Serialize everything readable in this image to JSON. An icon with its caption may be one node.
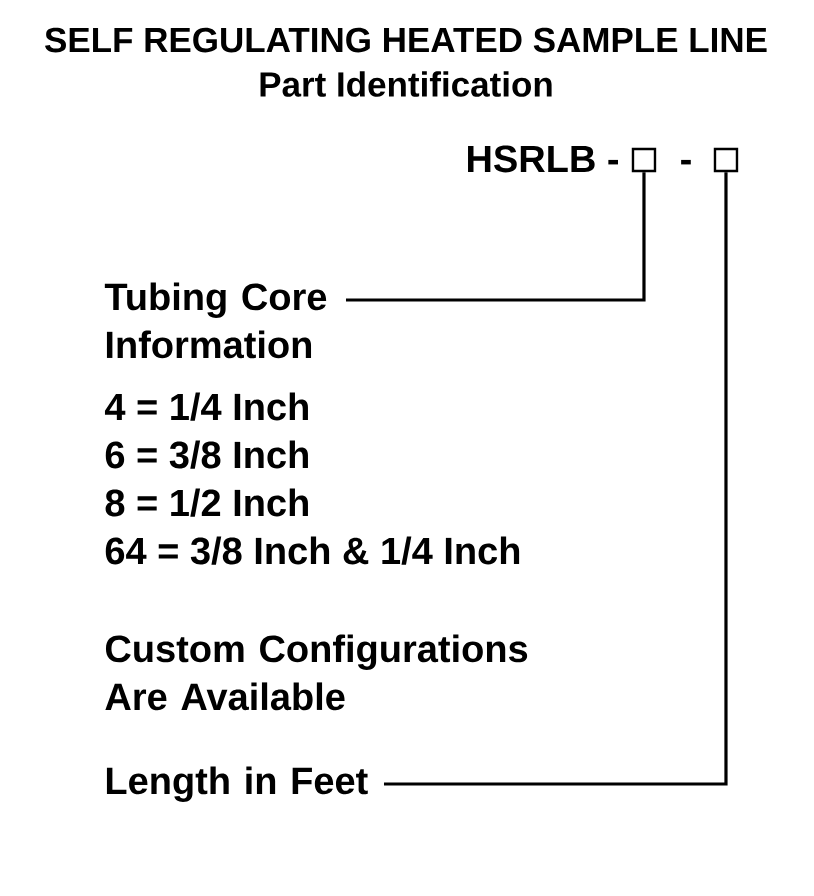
{
  "diagram": {
    "title": "SELF REGULATING HEATED SAMPLE LINE",
    "nodes": [
      {
        "text": [],
        "shape": "box"
      },
      {
        "text": [],
        "shape": "box"
      },
      {
        "text": [
          "Tubing Core Information"
        ]
      },
      {
        "text": [
          "Length in Feet"
        ]
      }
    ],
    "edges": [
      {
        "from": 2,
        "to": 0,
        "arrow": "none"
      },
      {
        "from": 3,
        "to": 1,
        "arrow": "none"
      }
    ],
    "labels": [
      "Part Identification",
      "HSRLB -",
      "-",
      "4 = 1/4 Inch",
      "6 = 3/8 Inch",
      "8 = 1/2 Inch",
      "64 = 3/8 Inch & 1/4 Inch",
      "Custom Configurations Are Available"
    ]
  }
}
